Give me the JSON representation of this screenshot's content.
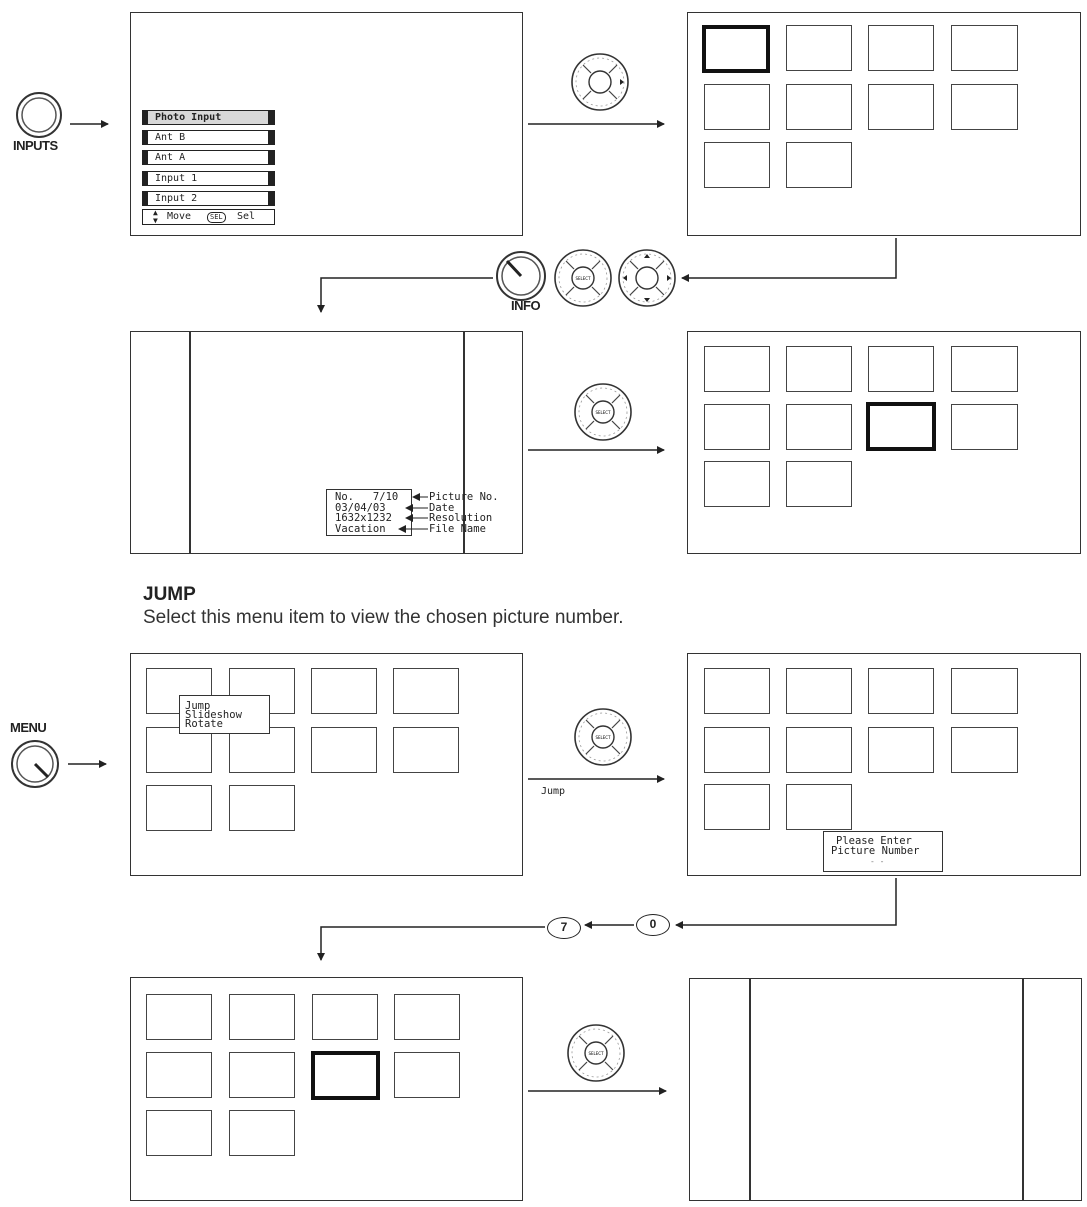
{
  "buttons": {
    "inputs_label": "INPUTS",
    "info_label": "INFO",
    "menu_label": "MENU",
    "num_zero": "0",
    "num_seven": "7"
  },
  "input_menu": {
    "items": [
      "Photo Input",
      "Ant B",
      "Ant A",
      "Input 1",
      "Input 2"
    ],
    "hint": "Move",
    "hint_key": "SEL",
    "hint_action": "Sel"
  },
  "info_panel": {
    "lines": [
      "No.   7/10",
      "03/04/03",
      "1632x1232",
      "Vacation"
    ],
    "callouts": [
      "Picture No.",
      "Date",
      "Resolution",
      "File Name"
    ]
  },
  "jump_section": {
    "heading": "JUMP",
    "description": "Select this menu item to view the chosen picture number."
  },
  "context_menu": {
    "items": [
      "Jump",
      "Slideshow",
      "Rotate"
    ]
  },
  "arrow_labels": {
    "jump": "Jump"
  },
  "enter_prompt": {
    "line1": "Please Enter",
    "line2": "Picture Number",
    "placeholder": "- -"
  },
  "remote_icons": {
    "select_text": "SELECT"
  }
}
